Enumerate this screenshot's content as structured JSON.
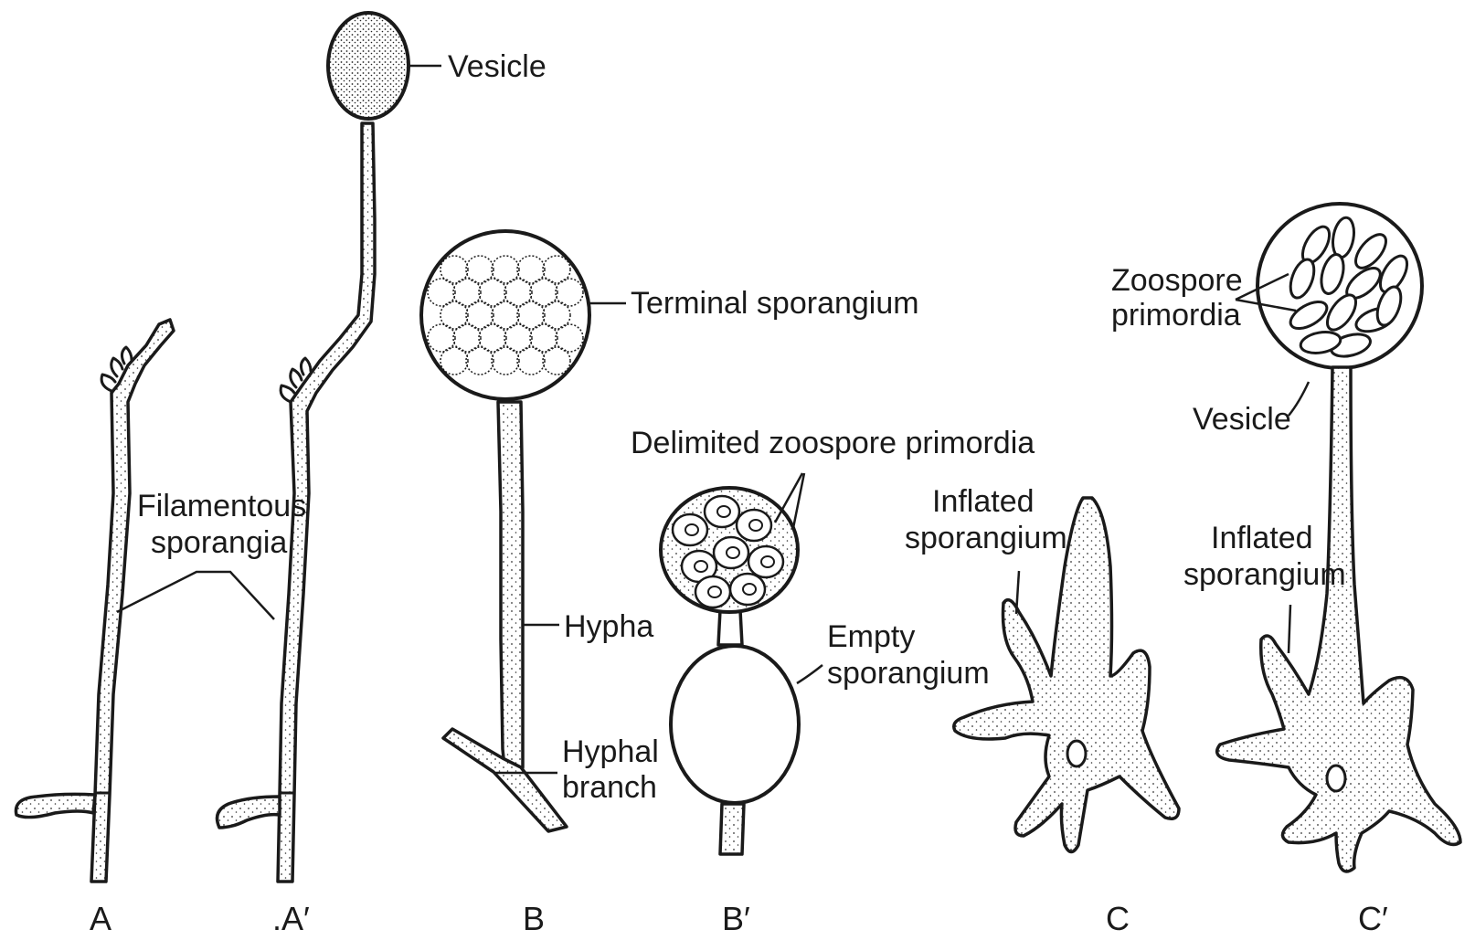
{
  "labels": {
    "vesicle_top": "Vesicle",
    "terminal_sporangium": "Terminal sporangium",
    "filamentous_line1": "Filamentous",
    "filamentous_line2": "sporangia",
    "delimited": "Delimited zoospore primordia",
    "hypha": "Hypha",
    "hyphal_line1": "Hyphal",
    "hyphal_line2": "branch",
    "empty_line1": "Empty",
    "empty_line2": "sporangium",
    "inflated_c_line1": "Inflated",
    "inflated_c_line2": "sporangium",
    "zoospore_line1": "Zoospore",
    "zoospore_line2": "primordia",
    "vesicle_right": "Vesicle",
    "inflated_cp_line1": "Inflated",
    "inflated_cp_line2": "sporangium"
  },
  "panels": {
    "A": "A",
    "A_prime": ".A′",
    "B": "B",
    "B_prime": "B′",
    "C": "C",
    "C_prime": "C′"
  },
  "colors": {
    "ink": "#1a1a1a",
    "background": "#ffffff"
  }
}
